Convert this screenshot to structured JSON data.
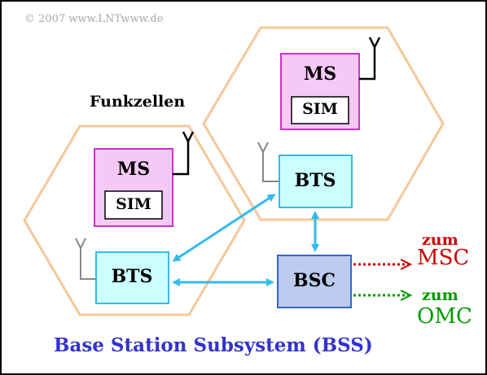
{
  "copyright": "© 2007 www.LNTwww.de",
  "cells_label": "Funkzellen",
  "cells": [
    {
      "ms": "MS",
      "sim": "SIM",
      "bts": "BTS"
    },
    {
      "ms": "MS",
      "sim": "SIM",
      "bts": "BTS"
    }
  ],
  "bsc": "BSC",
  "msc": {
    "zum": "zum",
    "name": "MSC"
  },
  "omc": {
    "zum": "zum",
    "name": "OMC"
  },
  "caption": "Base Station Subsystem (BSS)",
  "colors": {
    "hexagon": "#f5c89a",
    "ms_fill": "#f5c8f5",
    "ms_border": "#cc33cc",
    "bts_fill": "#ccffff",
    "bts_border": "#33bbee",
    "bsc_fill": "#bbccee",
    "bsc_border": "#3366cc",
    "link": "#33bbee",
    "msc": "#cc0000",
    "omc": "#009900",
    "caption": "#3333cc",
    "antenna_bts": "#888888",
    "antenna_ms": "#000000"
  }
}
